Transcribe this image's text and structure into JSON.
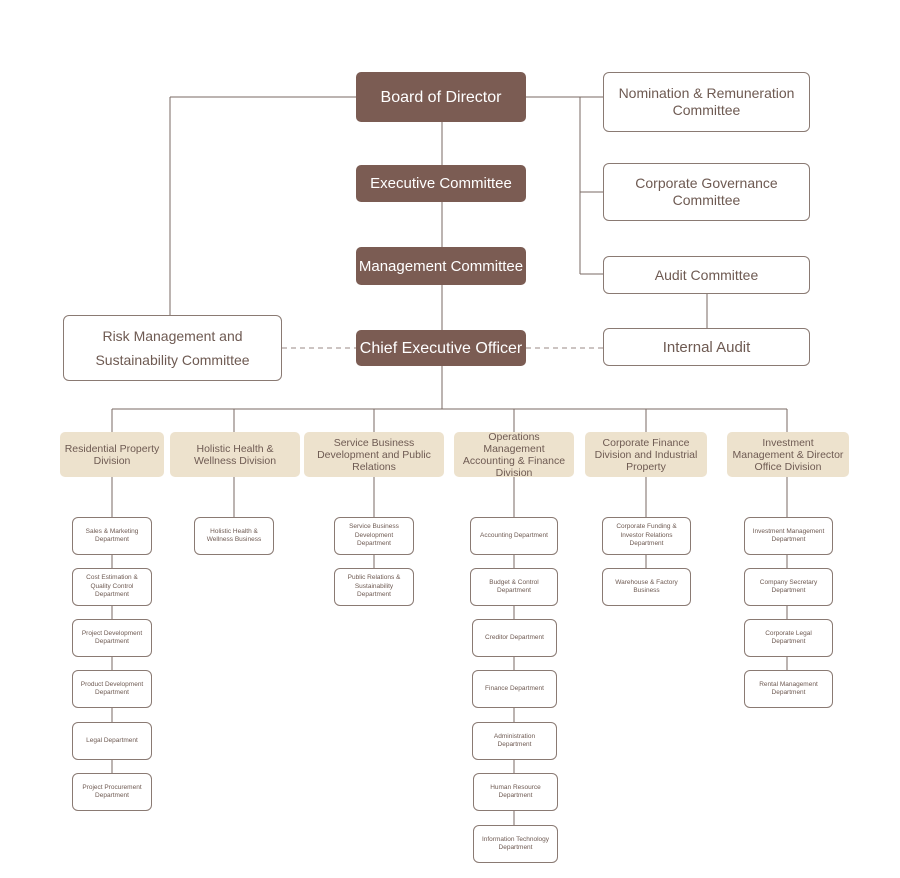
{
  "board": "Board of Director",
  "executive_committee": "Executive Committee",
  "management_committee": "Management Committee",
  "ceo": "Chief Executive Officer",
  "committees": {
    "nomination": "Nomination & Remuneration Committee",
    "governance": "Corporate Governance Committee",
    "audit": "Audit Committee",
    "internal_audit": "Internal Audit",
    "risk": "Risk Management and Sustainability Committee"
  },
  "divisions": [
    {
      "name": "Residential Property Division",
      "departments": [
        "Sales & Marketing Department",
        "Cost Estimation & Quality Control Department",
        "Project Development Department",
        "Product Development Department",
        "Legal Department",
        "Project Procurement Department"
      ]
    },
    {
      "name": "Holistic Health & Wellness Division",
      "departments": [
        "Holistic Health & Wellness Business"
      ]
    },
    {
      "name": "Service Business Development and Public Relations",
      "departments": [
        "Service Business Development Department",
        "Public Relations & Sustainability Department"
      ]
    },
    {
      "name": "Operations Management Accounting & Finance Division",
      "departments": [
        "Accounting Department",
        "Budget & Control Department",
        "Creditor Department",
        "Finance Department",
        "Administration Department",
        "Human Resource Department",
        "Information Technology Department"
      ]
    },
    {
      "name": "Corporate Finance Division and Industrial Property",
      "departments": [
        "Corporate Funding & Investor Relations Department",
        "Warehouse & Factory Business"
      ]
    },
    {
      "name": "Investment Management & Director Office Division",
      "departments": [
        "Investment Management Department",
        "Company Secretary Department",
        "Corporate Legal Department",
        "Rental Management Department"
      ]
    }
  ],
  "colors": {
    "dark_box": "#7b5c53",
    "division_box": "#ede2cd",
    "line": "#7a6a63"
  }
}
